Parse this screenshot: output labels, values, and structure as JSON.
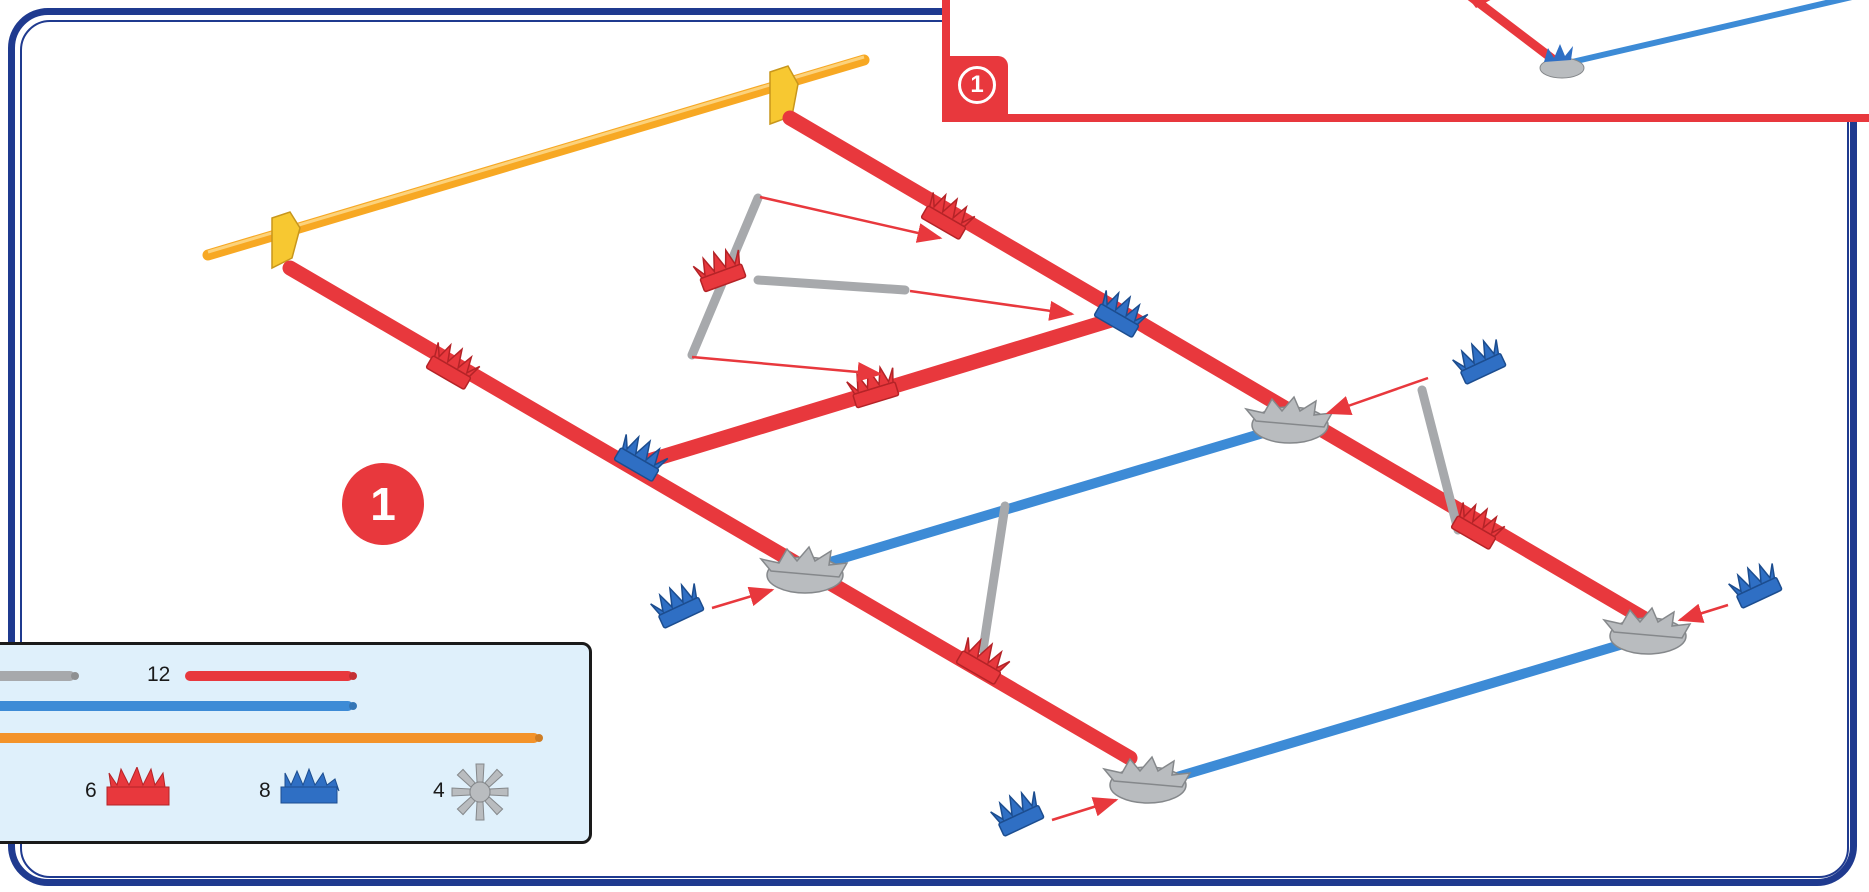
{
  "step": {
    "number": "1"
  },
  "inset": {
    "step_number": "1"
  },
  "parts": {
    "rods": [
      {
        "id": "grey-rod",
        "count": "",
        "color": "#a7a9ac"
      },
      {
        "id": "red-rod",
        "count": "12",
        "color": "#e8383d"
      },
      {
        "id": "blue-rod",
        "count": "",
        "color": "#3d8bd6"
      },
      {
        "id": "orange-rod",
        "count": "",
        "color": "#f3932a"
      }
    ],
    "connectors": [
      {
        "id": "red-connector",
        "count": "6",
        "color": "#e8383d"
      },
      {
        "id": "blue-connector",
        "count": "8",
        "color": "#2f6fc4"
      },
      {
        "id": "grey-connector",
        "count": "4",
        "color": "#b9bcbf"
      }
    ]
  },
  "colors": {
    "frame": "#1f3a8f",
    "accent": "#e8383d",
    "rod_red": "#e8383d",
    "rod_blue": "#3d8bd6",
    "rod_yellow": "#f7a823",
    "rod_grey": "#a7a9ac",
    "parts_box_bg": "#dff0fb"
  }
}
